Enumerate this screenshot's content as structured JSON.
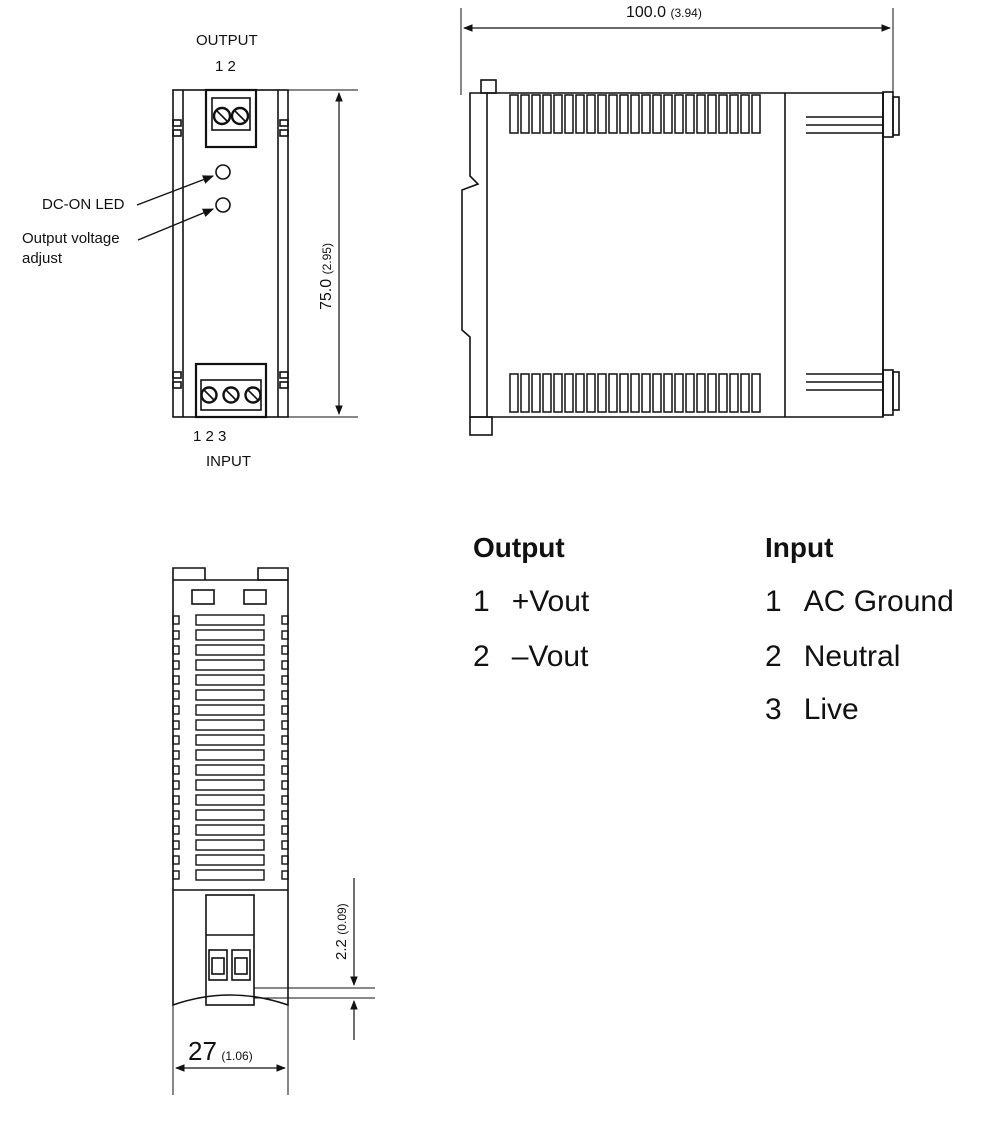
{
  "front_view": {
    "output_title": "OUTPUT",
    "output_pins": "1  2",
    "input_title": "INPUT",
    "input_pins": "1   2   3",
    "dc_on_led": "DC-ON LED",
    "voltage_adjust_line1": "Output voltage",
    "voltage_adjust_line2": "adjust",
    "height_mm": "75.0",
    "height_in": "(2.95)"
  },
  "side_view": {
    "depth_mm": "100.0",
    "depth_in": "(3.94)"
  },
  "bottom_view": {
    "width_mm": "27",
    "width_in": "(1.06)",
    "rail_mm": "2.2",
    "rail_in": "(0.09)"
  },
  "output_table": {
    "title": "Output",
    "rows": [
      {
        "num": "1",
        "label": "+Vout"
      },
      {
        "num": "2",
        "label": "–Vout"
      }
    ]
  },
  "input_table": {
    "title": "Input",
    "rows": [
      {
        "num": "1",
        "label": "AC Ground"
      },
      {
        "num": "2",
        "label": "Neutral"
      },
      {
        "num": "3",
        "label": "Live"
      }
    ]
  }
}
